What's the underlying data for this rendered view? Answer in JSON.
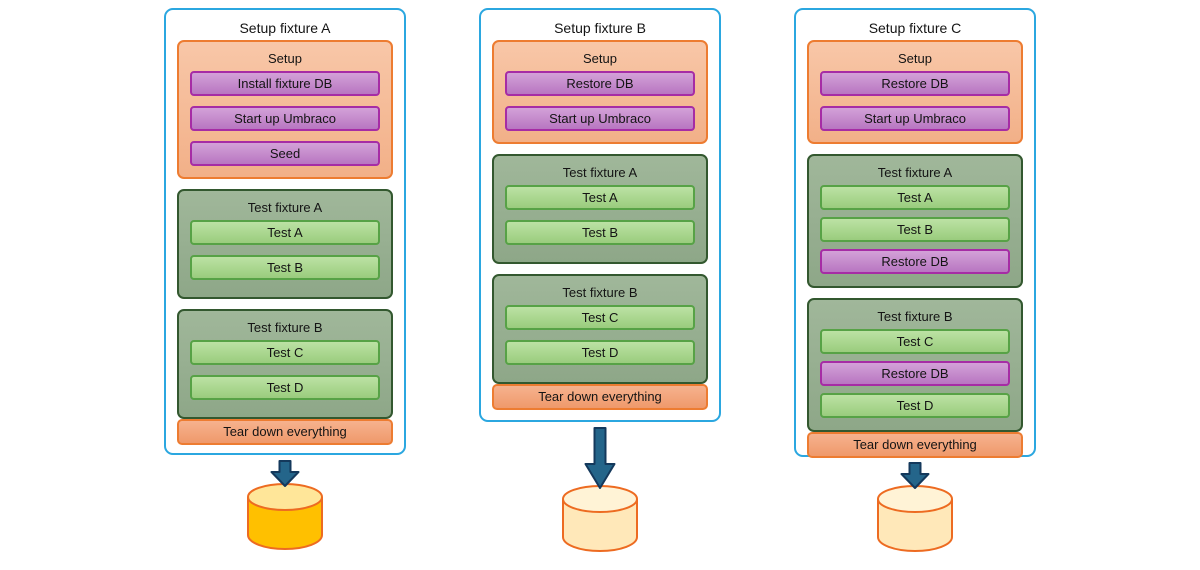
{
  "colors": {
    "panel_border": "#2BA7E0",
    "setup_fill": "#F5BC97",
    "setup_border": "#ED7C31",
    "action_fill": "#C58CCB",
    "action_border": "#A62CA5",
    "fixture_fill": "#97AF90",
    "fixture_border": "#33582F",
    "test_fill": "#A8D68D",
    "test_border": "#57A246",
    "teardown_fill": "#F4A67D",
    "teardown_border": "#ED7C31",
    "arrow_fill": "#24658A",
    "arrow_border": "#14395C",
    "db_amber_body": "#FFC000",
    "db_amber_top": "#FFE699",
    "db_cream_body": "#FFE8B9",
    "db_cream_top": "#FFF3D6",
    "db_border": "#ED6B21"
  },
  "columns": [
    {
      "title": "Setup fixture A",
      "setup": {
        "title": "Setup",
        "items": [
          "Install fixture DB",
          "Start up Umbraco",
          "Seed"
        ]
      },
      "fixtures": [
        {
          "title": "Test fixture A",
          "items": [
            {
              "label": "Test A",
              "type": "test"
            },
            {
              "label": "Test B",
              "type": "test"
            }
          ]
        },
        {
          "title": "Test fixture B",
          "items": [
            {
              "label": "Test C",
              "type": "test"
            },
            {
              "label": "Test D",
              "type": "test"
            }
          ]
        }
      ],
      "teardown": "Tear down everything",
      "database": "amber"
    },
    {
      "title": "Setup fixture B",
      "setup": {
        "title": "Setup",
        "items": [
          "Restore DB",
          "Start up Umbraco"
        ]
      },
      "fixtures": [
        {
          "title": "Test fixture A",
          "items": [
            {
              "label": "Test A",
              "type": "test"
            },
            {
              "label": "Test B",
              "type": "test"
            }
          ]
        },
        {
          "title": "Test fixture B",
          "items": [
            {
              "label": "Test C",
              "type": "test"
            },
            {
              "label": "Test D",
              "type": "test"
            }
          ]
        }
      ],
      "teardown": "Tear down everything",
      "database": "cream"
    },
    {
      "title": "Setup fixture C",
      "setup": {
        "title": "Setup",
        "items": [
          "Restore DB",
          "Start up Umbraco"
        ]
      },
      "fixtures": [
        {
          "title": "Test fixture A",
          "items": [
            {
              "label": "Test A",
              "type": "test"
            },
            {
              "label": "Test B",
              "type": "test"
            },
            {
              "label": "Restore DB",
              "type": "db-action"
            }
          ]
        },
        {
          "title": "Test fixture B",
          "items": [
            {
              "label": "Test C",
              "type": "test"
            },
            {
              "label": "Restore DB",
              "type": "db-action"
            },
            {
              "label": "Test D",
              "type": "test"
            }
          ]
        }
      ],
      "teardown": "Tear down everything",
      "database": "cream"
    }
  ]
}
